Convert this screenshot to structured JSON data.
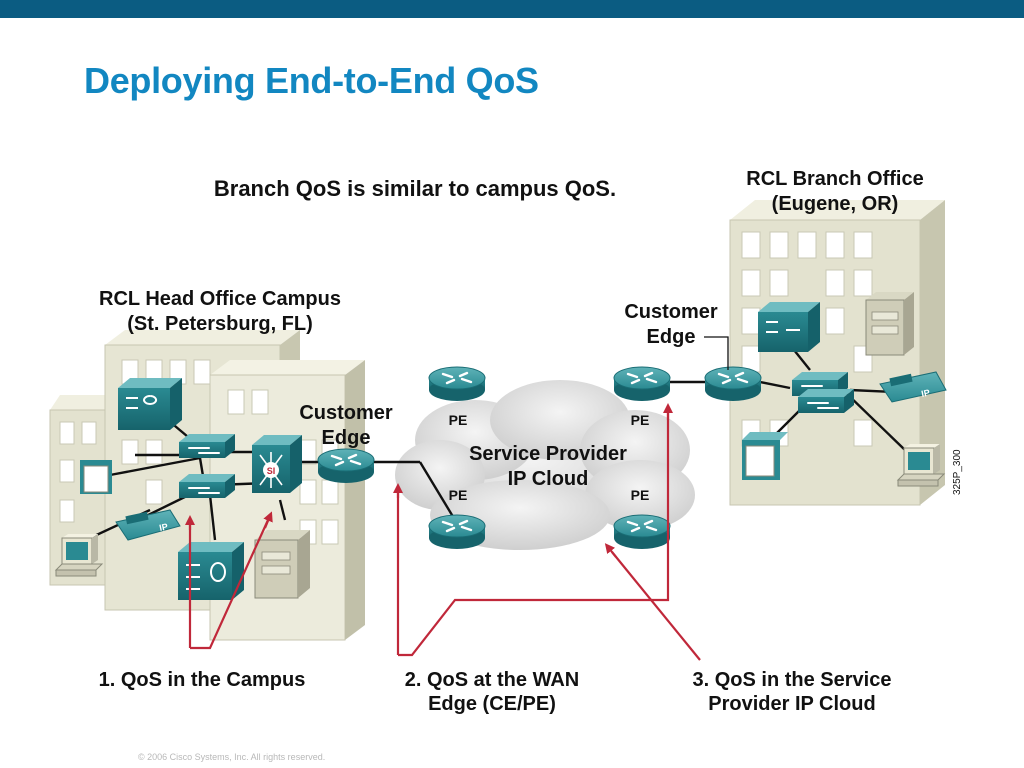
{
  "slide": {
    "title": "Deploying End-to-End QoS",
    "subtitle": "Branch QoS is similar to campus QoS.",
    "copyright": "© 2006 Cisco Systems, Inc. All rights reserved."
  },
  "head_office": {
    "line1": "RCL Head Office Campus",
    "line2": "(St. Petersburg, FL)"
  },
  "branch_office": {
    "line1": "RCL Branch Office",
    "line2": "(Eugene, OR)"
  },
  "customer_edge_left": {
    "line1": "Customer",
    "line2": "Edge"
  },
  "customer_edge_right": {
    "line1": "Customer",
    "line2": "Edge"
  },
  "cloud": {
    "line1": "Service Provider",
    "line2": "IP Cloud"
  },
  "pe_labels": [
    "PE",
    "PE",
    "PE",
    "PE"
  ],
  "ip_phone_label": "IP",
  "l3_switch_label": "SI",
  "figure_code": "325P_300",
  "callouts": {
    "campus": "1. QoS in the Campus",
    "wan_line1": "2. QoS at the WAN",
    "wan_line2": "Edge (CE/PE)",
    "sp_line1": "3. QoS in the Service",
    "sp_line2": "Provider IP Cloud"
  },
  "colors": {
    "title": "#1287c1",
    "topbar": "#0b5c82",
    "device_teal": "#2a8a92",
    "arrow_red": "#c0283a",
    "building": "#e3e2cf"
  }
}
